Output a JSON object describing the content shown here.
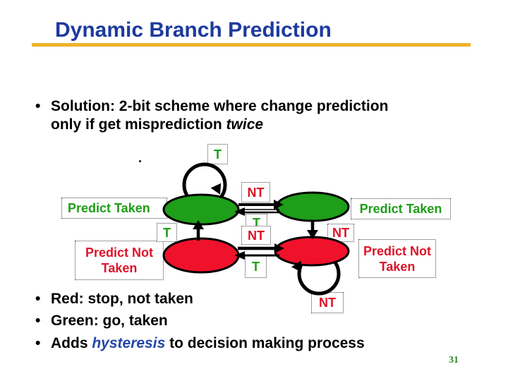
{
  "colors": {
    "title_blue": "#1C3A9E",
    "underline_gold": "#EEB22B",
    "state_green": "#1E9E19",
    "state_red": "#F0122B",
    "red_label_text": "#DC1428",
    "hysteresis_blue": "#2448A8",
    "page_number_green": "#2E8B2E"
  },
  "header": {
    "title": "Dynamic Branch Prediction"
  },
  "bullets": {
    "marker": "•",
    "b1_line1": "Solution: 2-bit scheme where change prediction",
    "b1_line2_pre": "only if get misprediction ",
    "b1_line2_em": "twice",
    "b2": "Red: stop, not taken",
    "b3": "Green: go, taken",
    "b4_pre": "Adds ",
    "b4_em": "hysteresis",
    "b4_post": " to decision making process"
  },
  "diagram": {
    "state_labels": {
      "left_taken": "Predict Taken",
      "right_taken": "Predict Taken",
      "left_not_taken_line1": "Predict Not",
      "left_not_taken_line2": "Taken",
      "right_not_taken_line1": "Predict Not",
      "right_not_taken_line2": "Taken"
    },
    "transition_labels": {
      "t": "T",
      "nt": "NT"
    },
    "stray_dot": "."
  },
  "footer": {
    "page_number": "31"
  }
}
